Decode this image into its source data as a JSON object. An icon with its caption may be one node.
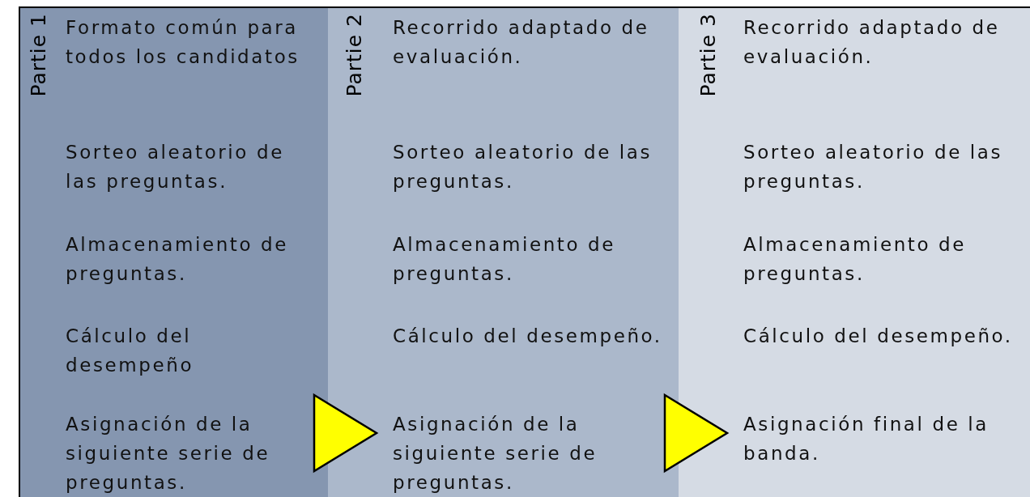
{
  "diagram": {
    "nodes": [
      {
        "text": [
          "Partie 1",
          "Formato común para todos los candidatos",
          "Sorteo aleatorio de las preguntas.",
          "Almacenamiento de preguntas.",
          "Cálculo del desempeño",
          "Asignación de la siguiente serie de preguntas."
        ]
      },
      {
        "text": [
          "Partie 2",
          "Recorrido adaptado de evaluación.",
          "Sorteo aleatorio de las preguntas.",
          "Almacenamiento de preguntas.",
          "Cálculo del desempeño.",
          "Asignación de la siguiente serie de preguntas."
        ]
      },
      {
        "text": [
          "Partie 3",
          "Recorrido adaptado de evaluación.",
          "Sorteo aleatorio de las preguntas.",
          "Almacenamiento de preguntas.",
          "Cálculo del desempeño.",
          "Asignación final de la banda."
        ]
      }
    ],
    "edges": [
      {
        "from": 0,
        "to": 1,
        "arrow": "to"
      },
      {
        "from": 1,
        "to": 2,
        "arrow": "to"
      }
    ]
  }
}
